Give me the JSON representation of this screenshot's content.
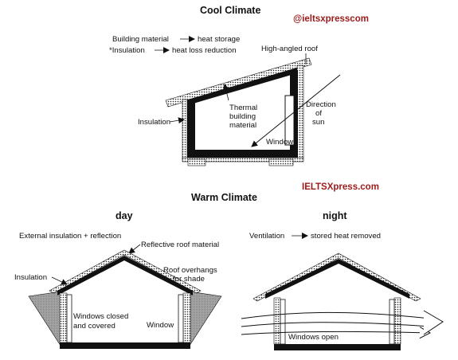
{
  "watermark_top": "@ieltsxpresscom",
  "watermark_mid": "IELTSXpress.com",
  "cool": {
    "title": "Cool Climate",
    "legend_material": "Building material",
    "legend_storage": "heat storage",
    "legend_insulation": "*Insulation",
    "legend_loss": "heat loss reduction",
    "roof_label": "High-angled roof",
    "insulation_label": "Insulation",
    "thermal_1": "Thermal",
    "thermal_2": "building",
    "thermal_3": "material",
    "direction_1": "Direction",
    "direction_2": "of",
    "direction_3": "sun",
    "window_label": "Window"
  },
  "warm": {
    "title": "Warm Climate",
    "day": {
      "heading": "day",
      "caption": "External insulation + reflection",
      "roof_material": "Reflective roof material",
      "insulation": "Insulation",
      "overhang_1": "Roof overhangs",
      "overhang_2": "for shade",
      "windows_1": "Windows closed",
      "windows_2": "and covered",
      "window": "Window"
    },
    "night": {
      "heading": "night",
      "caption_left": "Ventilation",
      "caption_right": "stored heat removed",
      "windows_open": "Windows open"
    }
  },
  "colors": {
    "text": "#111111",
    "watermark": "#9c1a1a",
    "shade": "#9a9a9a"
  }
}
